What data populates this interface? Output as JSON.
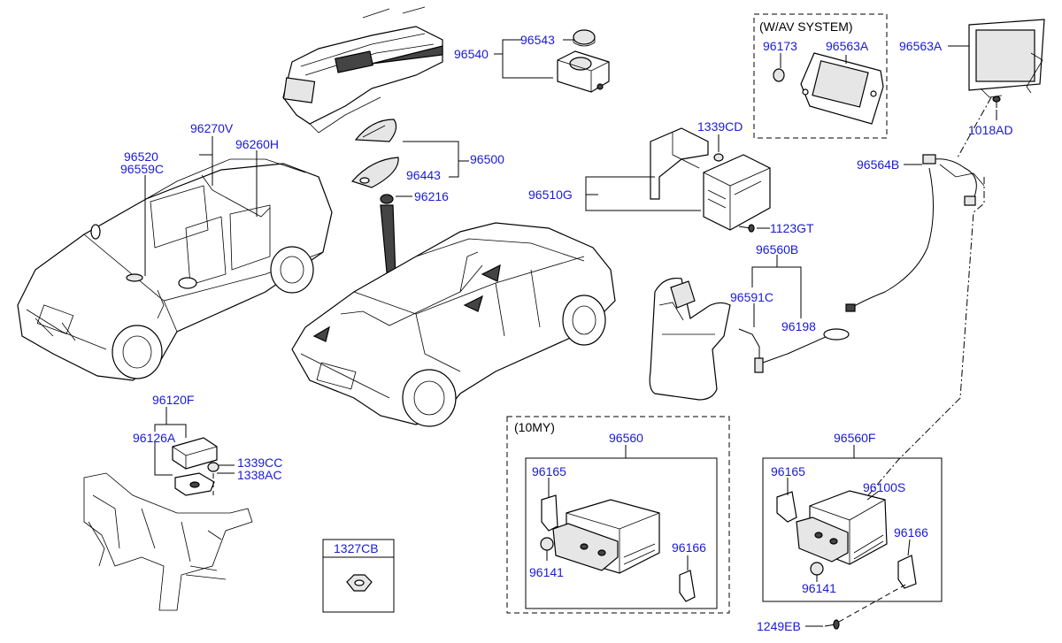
{
  "colors": {
    "label": "#1a1ad6",
    "line": "#000000",
    "background": "#ffffff"
  },
  "labels": {
    "p96540": "96540",
    "p96543": "96543",
    "p96520": "96520",
    "p96559C": "96559C",
    "p96270V": "96270V",
    "p96260H": "96260H",
    "p96500": "96500",
    "p96443": "96443",
    "p96216": "96216",
    "p96510G": "96510G",
    "p1339CD": "1339CD",
    "p1123GT": "1123GT",
    "p96173": "96173",
    "p96563A_av": "96563A",
    "p96563A": "96563A",
    "p1018AD": "1018AD",
    "p96564B": "96564B",
    "p96560B": "96560B",
    "p96591C": "96591C",
    "p96198": "96198",
    "p96120F": "96120F",
    "p96126A": "96126A",
    "p1339CC": "1339CC",
    "p1338AC": "1338AC",
    "p1327CB": "1327CB",
    "p96560": "96560",
    "p96165_a": "96165",
    "p96141_a": "96141",
    "p96166_a": "96166",
    "p96560F": "96560F",
    "p96165_b": "96165",
    "p96100S": "96100S",
    "p96166_b": "96166",
    "p96141_b": "96141",
    "p1249EB": "1249EB"
  },
  "groups": {
    "av_system": "(W/AV SYSTEM)",
    "my10": "(10MY)"
  }
}
